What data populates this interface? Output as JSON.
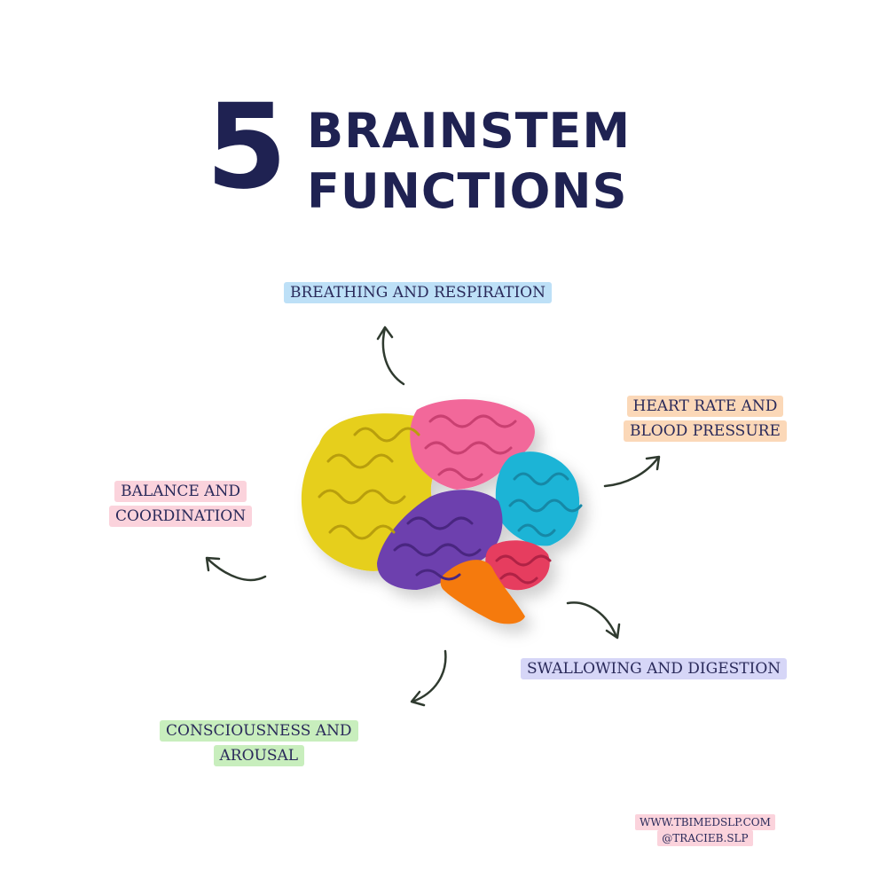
{
  "title": {
    "number": "5",
    "line1": "BRAINSTEM",
    "line2": "FUNCTIONS"
  },
  "functions": {
    "breathing": {
      "line1": "BREATHING AND RESPIRATION"
    },
    "heart": {
      "line1": "HEART RATE AND",
      "line2": "BLOOD PRESSURE"
    },
    "balance": {
      "line1": "BALANCE AND",
      "line2": "COORDINATION"
    },
    "swallowing": {
      "line1": "SWALLOWING AND DIGESTION"
    },
    "consciousness": {
      "line1": "CONSCIOUSNESS AND",
      "line2": "AROUSAL"
    }
  },
  "footer": {
    "website": "WWW.TBIMEDSLP.COM",
    "handle": "@TRACIEB.SLP"
  },
  "colors": {
    "title": "#1f2252",
    "breathing_bg": "#bde0f7",
    "heart_bg": "#fbd8b8",
    "balance_bg": "#fbd3dc",
    "swallowing_bg": "#d6d6f7",
    "consciousness_bg": "#c8eebd",
    "brain_yellow": "#e6cf1e",
    "brain_pink": "#f2689a",
    "brain_cyan": "#1fb4d6",
    "brain_purple": "#6d3fae",
    "brain_red": "#e63c5f",
    "brain_orange": "#f57a10"
  }
}
